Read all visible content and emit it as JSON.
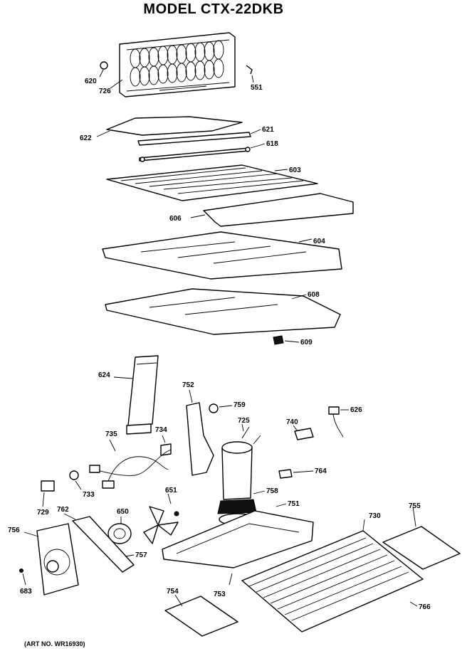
{
  "title": "MODEL CTX-22DKB",
  "art_no": "(ART NO. WR16930)",
  "callouts": {
    "p620": "620",
    "p726": "726",
    "p551": "551",
    "p622": "622",
    "p621": "621",
    "p618": "618",
    "p603": "603",
    "p606": "606",
    "p604": "604",
    "p608": "608",
    "p609": "609",
    "p624": "624",
    "p752": "752",
    "p759": "759",
    "p725": "725",
    "p740": "740",
    "p626": "626",
    "p735": "735",
    "p734": "734",
    "p764": "764",
    "p733": "733",
    "p729": "729",
    "p651": "651",
    "p650": "650",
    "p758": "758",
    "p751": "751",
    "p730": "730",
    "p755": "755",
    "p762": "762",
    "p756": "756",
    "p757": "757",
    "p683": "683",
    "p754": "754",
    "p753": "753",
    "p766": "766"
  }
}
